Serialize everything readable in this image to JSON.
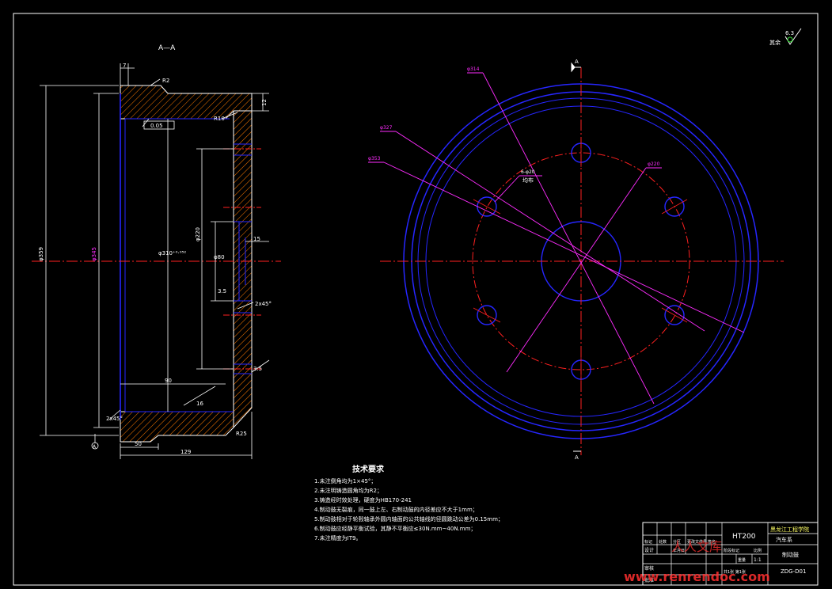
{
  "section": {
    "title": "A—A"
  },
  "dims_left": {
    "d359": "φ359",
    "d345": "φ345",
    "d310": "φ310⁺⁰·⁰⁵²",
    "d220": "φ220",
    "d80": "φ80",
    "r2": "R2",
    "r10": "R10",
    "r25": "R25",
    "tol": "0.05",
    "dim7": "7",
    "dim12": "12",
    "dim15": "15",
    "dim35a": "3.5",
    "dim35b": "3.5",
    "dim90": "90",
    "dim16": "16",
    "dim50": "50",
    "dim129": "129",
    "ch45a": "2x45°",
    "ch45b": "2x45°",
    "datum": "A"
  },
  "dims_right": {
    "d314": "φ314",
    "d327": "φ327",
    "d353": "φ353",
    "d220": "φ220",
    "holes": "6-φ20",
    "holes_note": "均布",
    "sec_a_top": "A",
    "sec_a_bottom": "A"
  },
  "roughness": {
    "label": "其余",
    "value": "6.3"
  },
  "tech": {
    "title": "技术要求",
    "lines": [
      "1.未注倒角均为1×45°；",
      "2.未注明铸造圆角均为R2；",
      "3.铸造经时效处理，硬度为HB170-241",
      "4.制动鼓无裂痕，同一鼓上左、右制动鼓的内径差应不大于1mm；",
      "5.制动鼓相对于轮毂轴承外圆内轴面的公共轴线的径圆跳动公差为0.15mm；",
      "6.制动鼓应经静平衡试验，其静不平衡应≤30N.mm~40N.mm；",
      "7.未注精度为IT9。"
    ]
  },
  "title_block": {
    "material": "HT200",
    "school": "黑龙江工程学院",
    "dept": "汽车系",
    "part": "制动鼓",
    "code": "ZDG-D01",
    "scale": "1:1",
    "design": "设计",
    "check": "审核",
    "approve": "批准",
    "stage": "阶段标记",
    "weight": "重量",
    "ratio": "比例",
    "mark": "标记",
    "count": "处数",
    "zone": "分区",
    "change": "更改文件号",
    "sign": "签名",
    "date": "年月日",
    "sheet": "共1张 第1张"
  },
  "watermark": {
    "text": "www.renrendoc.com",
    "cn": "人人文库"
  },
  "colors": {
    "blue": "#2626ff",
    "magenta": "#ff2cff",
    "red": "#ff2020",
    "white": "#ffffff",
    "yellow": "#ffff66",
    "orange": "#ff7a00"
  }
}
